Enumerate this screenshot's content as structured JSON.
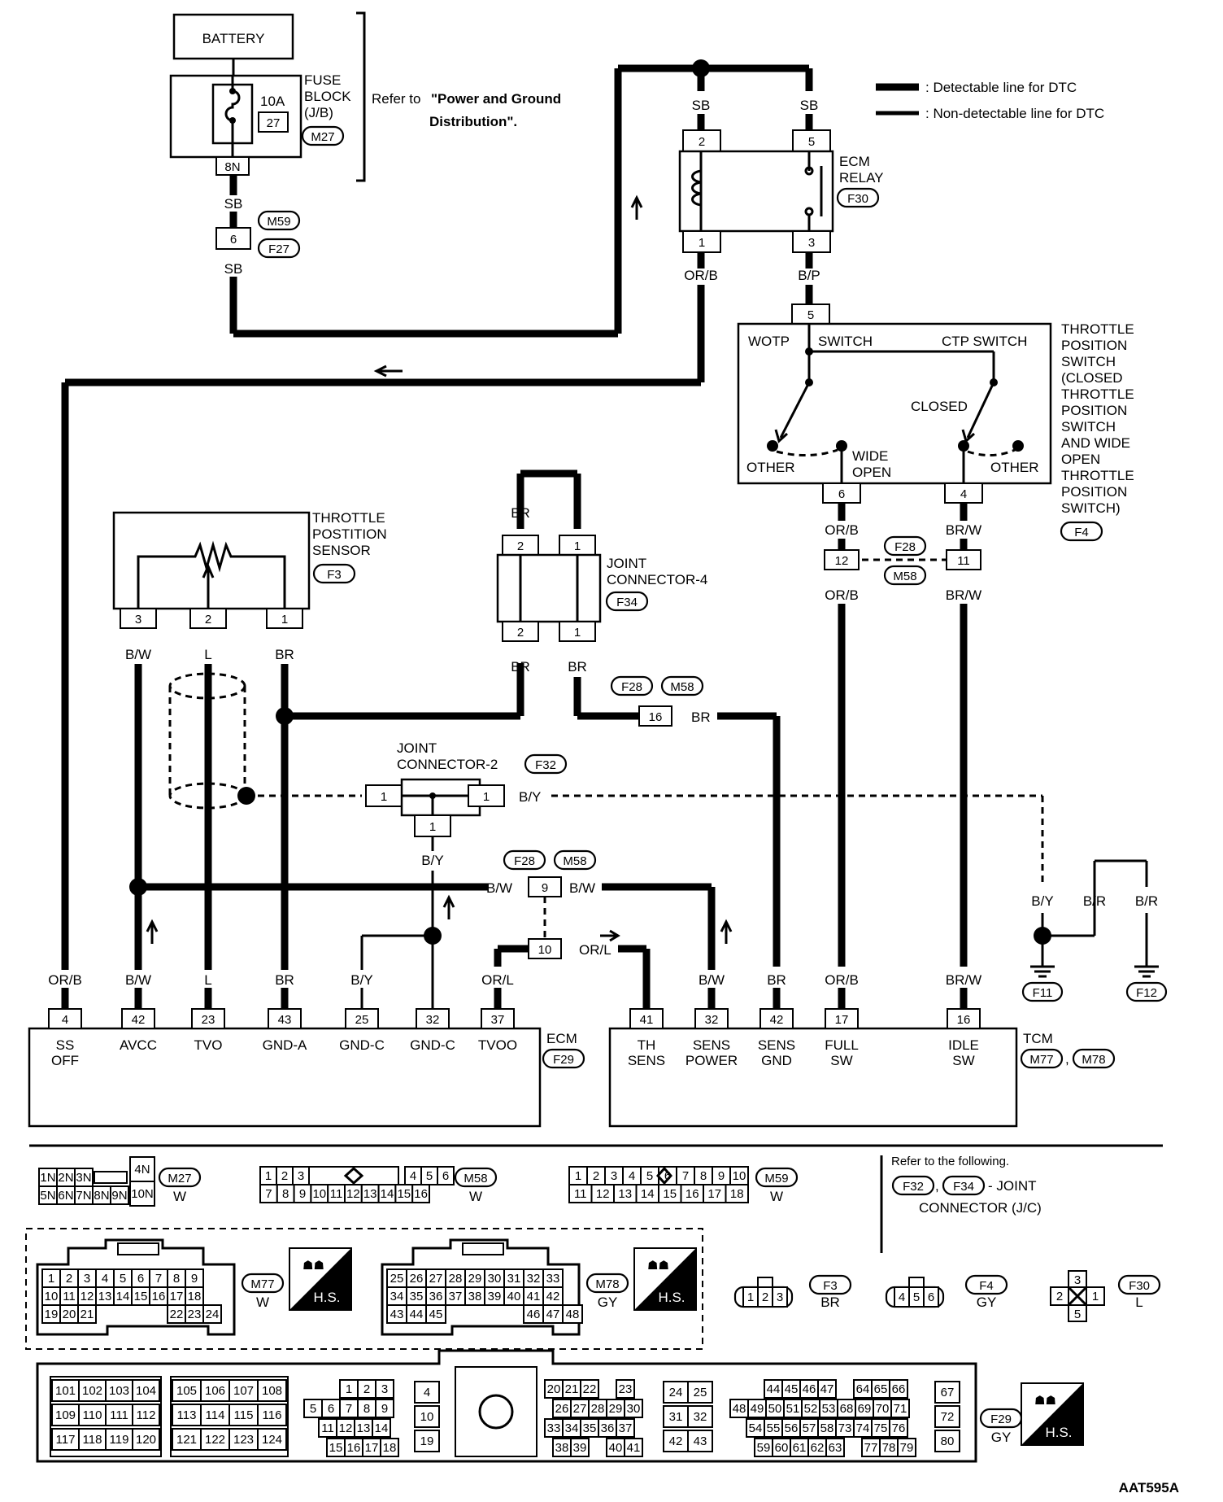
{
  "diagram_id": "AAT595A",
  "legend": {
    "detectable": ": Detectable line for DTC",
    "non_detectable": ": Non-detectable line for DTC"
  },
  "power": {
    "battery": "BATTERY",
    "fuse_block": [
      "FUSE",
      "BLOCK",
      "(J/B)"
    ],
    "fuse_amp": "10A",
    "fuse_no": "27",
    "fuse_conn": "M27",
    "fuse_pin": "8N",
    "refer_text": "Refer to",
    "refer_bold": [
      "\"Power and Ground",
      "Distribution\"."
    ]
  },
  "inline_6": {
    "pin": "6",
    "conn_top": "M59",
    "conn_bottom": "F27"
  },
  "ecm_relay": {
    "label": [
      "ECM",
      "RELAY"
    ],
    "conn": "F30",
    "pins": [
      "2",
      "5",
      "1",
      "3"
    ]
  },
  "tp_switch": {
    "label": [
      "THROTTLE",
      "POSITION",
      "SWITCH",
      "(CLOSED",
      "THROTTLE",
      "POSITION",
      "SWITCH",
      "AND WIDE",
      "OPEN",
      "THROTTLE",
      "POSITION",
      "SWITCH)"
    ],
    "conn": "F4",
    "texts": {
      "wotp": "WOTP",
      "switch": "SWITCH",
      "ctp": "CTP SWITCH",
      "closed": "CLOSED",
      "other": "OTHER",
      "wide": [
        "WIDE",
        "OPEN"
      ]
    },
    "pins": [
      "5",
      "6",
      "4"
    ]
  },
  "tp_sensor": {
    "label": [
      "THROTTLE",
      "POSTITION",
      "SENSOR"
    ],
    "conn": "F3",
    "pins": [
      "3",
      "2",
      "1"
    ]
  },
  "joint4": {
    "label": [
      "JOINT",
      "CONNECTOR-4"
    ],
    "conn": "F34",
    "pins": [
      "2",
      "1"
    ]
  },
  "joint2": {
    "label": [
      "JOINT",
      "CONNECTOR-2"
    ],
    "conn": "F32",
    "pin": "1"
  },
  "inline_conns": {
    "f28": "F28",
    "m58": "M58",
    "pin16": "16",
    "pin9": "9",
    "pin10": "10",
    "pin12": "12",
    "pin11": "11"
  },
  "wire_colors": {
    "sb": "SB",
    "orb": "OR/B",
    "bp": "B/P",
    "br": "BR",
    "bw": "B/W",
    "l": "L",
    "by": "B/Y",
    "orl": "OR/L",
    "brw": "BR/W",
    "brr": "B/R"
  },
  "grounds": [
    "F11",
    "F12"
  ],
  "ecm": {
    "label": "ECM",
    "conn": "F29",
    "pins": [
      {
        "no": "4",
        "name": [
          "SS",
          "OFF"
        ]
      },
      {
        "no": "42",
        "name": [
          "AVCC"
        ]
      },
      {
        "no": "23",
        "name": [
          "TVO"
        ]
      },
      {
        "no": "43",
        "name": [
          "GND-A"
        ]
      },
      {
        "no": "25",
        "name": [
          "GND-C"
        ]
      },
      {
        "no": "32",
        "name": [
          "GND-C"
        ]
      },
      {
        "no": "37",
        "name": [
          "TVOO"
        ]
      }
    ]
  },
  "tcm": {
    "label": "TCM",
    "conns": [
      "M77",
      "M78"
    ],
    "pins": [
      {
        "no": "41",
        "name": [
          "TH",
          "SENS"
        ]
      },
      {
        "no": "32",
        "name": [
          "SENS",
          "POWER"
        ]
      },
      {
        "no": "42",
        "name": [
          "SENS",
          "GND"
        ]
      },
      {
        "no": "17",
        "name": [
          "FULL",
          "SW"
        ]
      },
      {
        "no": "16",
        "name": [
          "IDLE",
          "SW"
        ]
      }
    ]
  },
  "connector_views": {
    "m27": {
      "conn": "M27",
      "color": "W",
      "row1": [
        "1N",
        "2N",
        "3N"
      ],
      "row2": [
        "5N",
        "6N",
        "7N",
        "8N",
        "9N"
      ],
      "side": [
        "4N",
        "10N"
      ]
    },
    "m58": {
      "conn": "M58",
      "color": "W",
      "row1": [
        "1",
        "2",
        "3",
        "",
        "4",
        "5",
        "6"
      ],
      "row2": [
        "7",
        "8",
        "9",
        "10",
        "11",
        "12",
        "13",
        "14",
        "15",
        "16"
      ]
    },
    "m59": {
      "conn": "M59",
      "color": "W",
      "row1": [
        "1",
        "2",
        "3",
        "4",
        "5",
        "6",
        "7",
        "8",
        "9",
        "10"
      ],
      "row2": [
        "11",
        "12",
        "13",
        "14",
        "15",
        "16",
        "17",
        "18"
      ]
    },
    "refer": {
      "line1": "Refer to the following.",
      "c1": "F32",
      "c2": "F34",
      "suffix": "- JOINT",
      "line3": "CONNECTOR (J/C)"
    },
    "m77": {
      "conn": "M77",
      "color": "W",
      "row1": [
        "1",
        "2",
        "3",
        "4",
        "5",
        "6",
        "7",
        "8",
        "9"
      ],
      "row2": [
        "10",
        "11",
        "12",
        "13",
        "14",
        "15",
        "16",
        "17",
        "18"
      ],
      "row3": [
        "19",
        "20",
        "21",
        "",
        "22",
        "23",
        "24"
      ]
    },
    "m78": {
      "conn": "M78",
      "color": "GY",
      "row1": [
        "25",
        "26",
        "27",
        "28",
        "29",
        "30",
        "31",
        "32",
        "33"
      ],
      "row2": [
        "34",
        "35",
        "36",
        "37",
        "38",
        "39",
        "40",
        "41",
        "42"
      ],
      "row3": [
        "43",
        "44",
        "45",
        "",
        "46",
        "47",
        "48"
      ]
    },
    "hs": "H.S.",
    "f3": {
      "conn": "F3",
      "color": "BR",
      "pins": [
        "1",
        "2",
        "3"
      ]
    },
    "f4": {
      "conn": "F4",
      "color": "GY",
      "pins": [
        "4",
        "5",
        "6"
      ]
    },
    "f30": {
      "conn": "F30",
      "color": "L",
      "pins": [
        "3",
        "2",
        "1",
        "5"
      ]
    },
    "f29": {
      "conn": "F29",
      "color": "GY",
      "g1": [
        [
          "101",
          "102",
          "103",
          "104"
        ],
        [
          "109",
          "110",
          "111",
          "112"
        ],
        [
          "117",
          "118",
          "119",
          "120"
        ]
      ],
      "g2": [
        [
          "105",
          "106",
          "107",
          "108"
        ],
        [
          "113",
          "114",
          "115",
          "116"
        ],
        [
          "121",
          "122",
          "123",
          "124"
        ]
      ],
      "g3": [
        [
          "1",
          "2",
          "3"
        ],
        [
          "5",
          "6",
          "7",
          "8",
          "9"
        ],
        [
          "11",
          "12",
          "13",
          "14"
        ],
        [
          "15",
          "16",
          "17",
          "18"
        ]
      ],
      "g4": [
        "4",
        "10",
        "19"
      ],
      "g5": [
        [
          "20",
          "21",
          "22",
          "",
          "23"
        ],
        [
          "26",
          "27",
          "28",
          "29",
          "30"
        ],
        [
          "33",
          "34",
          "35",
          "36",
          "37"
        ],
        [
          "38",
          "39",
          "",
          "40",
          "41"
        ]
      ],
      "g6": [
        [
          "24",
          "25"
        ],
        [
          "31",
          "32"
        ],
        [
          "42",
          "43"
        ]
      ],
      "g7": [
        [
          "44",
          "45",
          "46",
          "47",
          "",
          "64",
          "65",
          "66"
        ],
        [
          "48",
          "49",
          "50",
          "51",
          "52",
          "53",
          "68",
          "69",
          "70",
          "71"
        ],
        [
          "54",
          "55",
          "56",
          "57",
          "58",
          "73",
          "74",
          "75",
          "76"
        ],
        [
          "59",
          "60",
          "61",
          "62",
          "63",
          "",
          "77",
          "78",
          "79"
        ]
      ],
      "g8": [
        "67",
        "72",
        "80"
      ]
    }
  }
}
